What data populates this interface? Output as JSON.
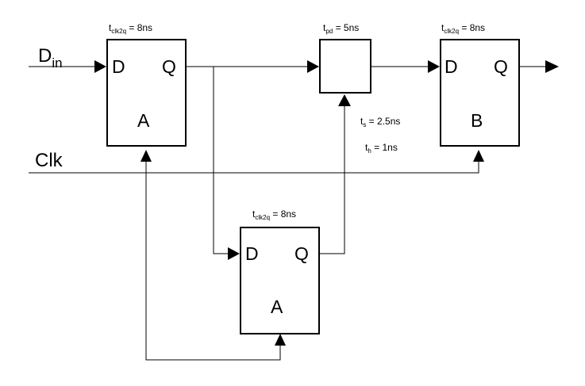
{
  "signals": {
    "din": {
      "main": "D",
      "sub": "in"
    },
    "clk": "Clk"
  },
  "ff_top_a": {
    "pin_d": "D",
    "pin_q": "Q",
    "name": "A",
    "param": {
      "t": "t",
      "sub": "clk2q",
      "rest": " = 8ns"
    }
  },
  "ff_top_b": {
    "pin_d": "D",
    "pin_q": "Q",
    "name": "B",
    "param": {
      "t": "t",
      "sub": "clk2q",
      "rest": " = 8ns"
    }
  },
  "ff_bottom_a": {
    "pin_d": "D",
    "pin_q": "Q",
    "name": "A",
    "param": {
      "t": "t",
      "sub": "clk2q",
      "rest": " = 8ns"
    }
  },
  "logic_block": {
    "param": {
      "t": "t",
      "sub": "pd",
      "rest": " = 5ns"
    }
  },
  "timing": {
    "setup": {
      "t": "t",
      "sub": "s",
      "rest": " = 2.5ns"
    },
    "hold": {
      "t": "t",
      "sub": "h",
      "rest": " = 1ns"
    }
  }
}
